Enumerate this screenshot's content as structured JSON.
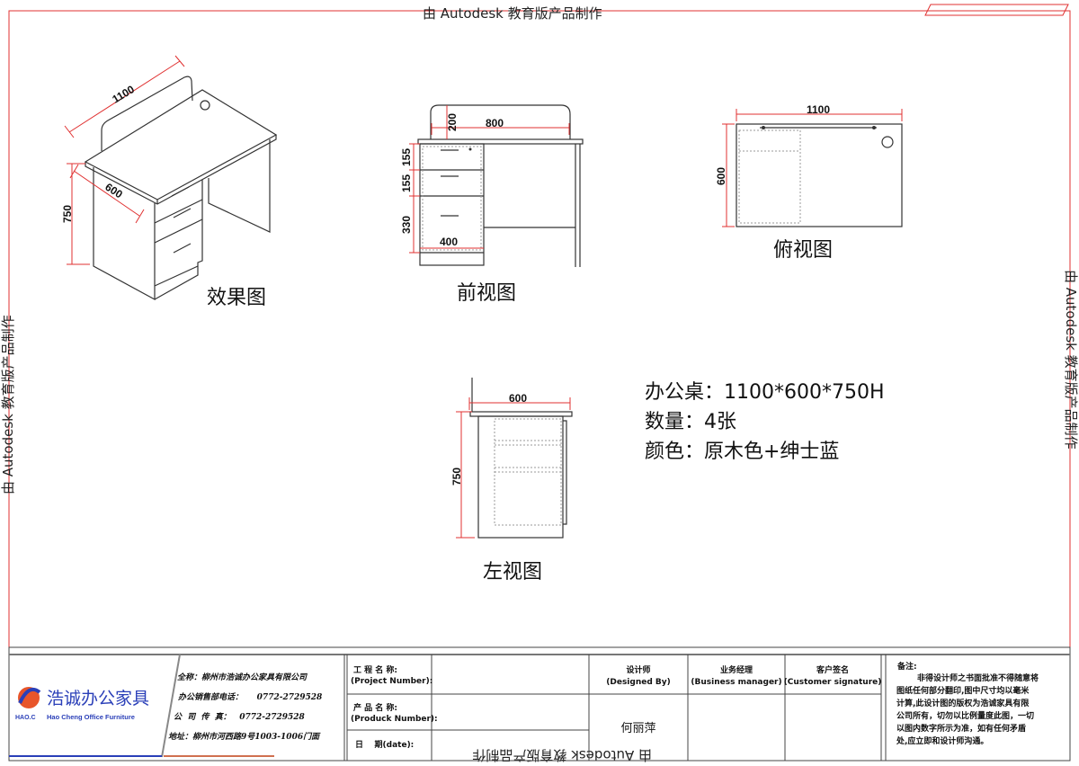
{
  "watermark": "由 Autodesk 教育版产品制作",
  "views": {
    "iso": {
      "caption": "效果图",
      "dim_length": "1100",
      "dim_depth": "600",
      "dim_height": "750"
    },
    "front": {
      "caption": "前视图",
      "dim_divider_width": "800",
      "dim_divider_height": "200",
      "dim_drawer1": "155",
      "dim_drawer2": "155",
      "dim_drawer3": "330",
      "dim_pedestal_width": "400"
    },
    "top": {
      "caption": "俯视图",
      "dim_length": "1100",
      "dim_depth": "600"
    },
    "left": {
      "caption": "左视图",
      "dim_depth": "600",
      "dim_height": "750"
    }
  },
  "spec": {
    "line1": "办公桌：1100*600*750H",
    "line2": "数量：4张",
    "line3": "颜色：原木色+绅士蓝"
  },
  "title_block": {
    "logo": {
      "name_cn": "浩诚办公家具",
      "abbr": "HAO.C",
      "name_en": "Hao Cheng Office Furniture",
      "brand_colors": [
        "#2a3fb8",
        "#e8552a"
      ]
    },
    "company": {
      "full_name": "全称：柳州市浩诚办公家具有限公司",
      "phone": "办公销售部电话：     0772-2729528",
      "fax": "公  司  传  真：   0772-2729528",
      "address": "地址：柳州市河西路9号1003-1006门面"
    },
    "fields": [
      {
        "label_cn": "工 程 名 称:",
        "label_en": "(Project Number):",
        "value": ""
      },
      {
        "label_cn": "产 品 名 称:",
        "label_en": "(Produck Number):",
        "value": ""
      },
      {
        "label_cn": "日    期(date):",
        "label_en": "",
        "value": ""
      }
    ],
    "designer": {
      "label_cn": "设计师",
      "label_en": "(Designed By)",
      "value": "何丽萍"
    },
    "manager": {
      "label_cn": "业务经理",
      "label_en": "(Business manager)",
      "value": ""
    },
    "customer": {
      "label_cn": "客户签名",
      "label_en": "(Customer signature)",
      "value": ""
    },
    "notes": {
      "title": "备注:",
      "lines": [
        "非得设计师之书面批准不得随意将",
        "图纸任何部分翻印,图中尺寸均以毫米",
        "计算,此设计图的版权为浩诚家具有限",
        "公司所有，切勿以比例量度此图，一切",
        "以图内数字所示为准，如有任何矛盾",
        "处,应立即和设计师沟通。"
      ]
    }
  }
}
